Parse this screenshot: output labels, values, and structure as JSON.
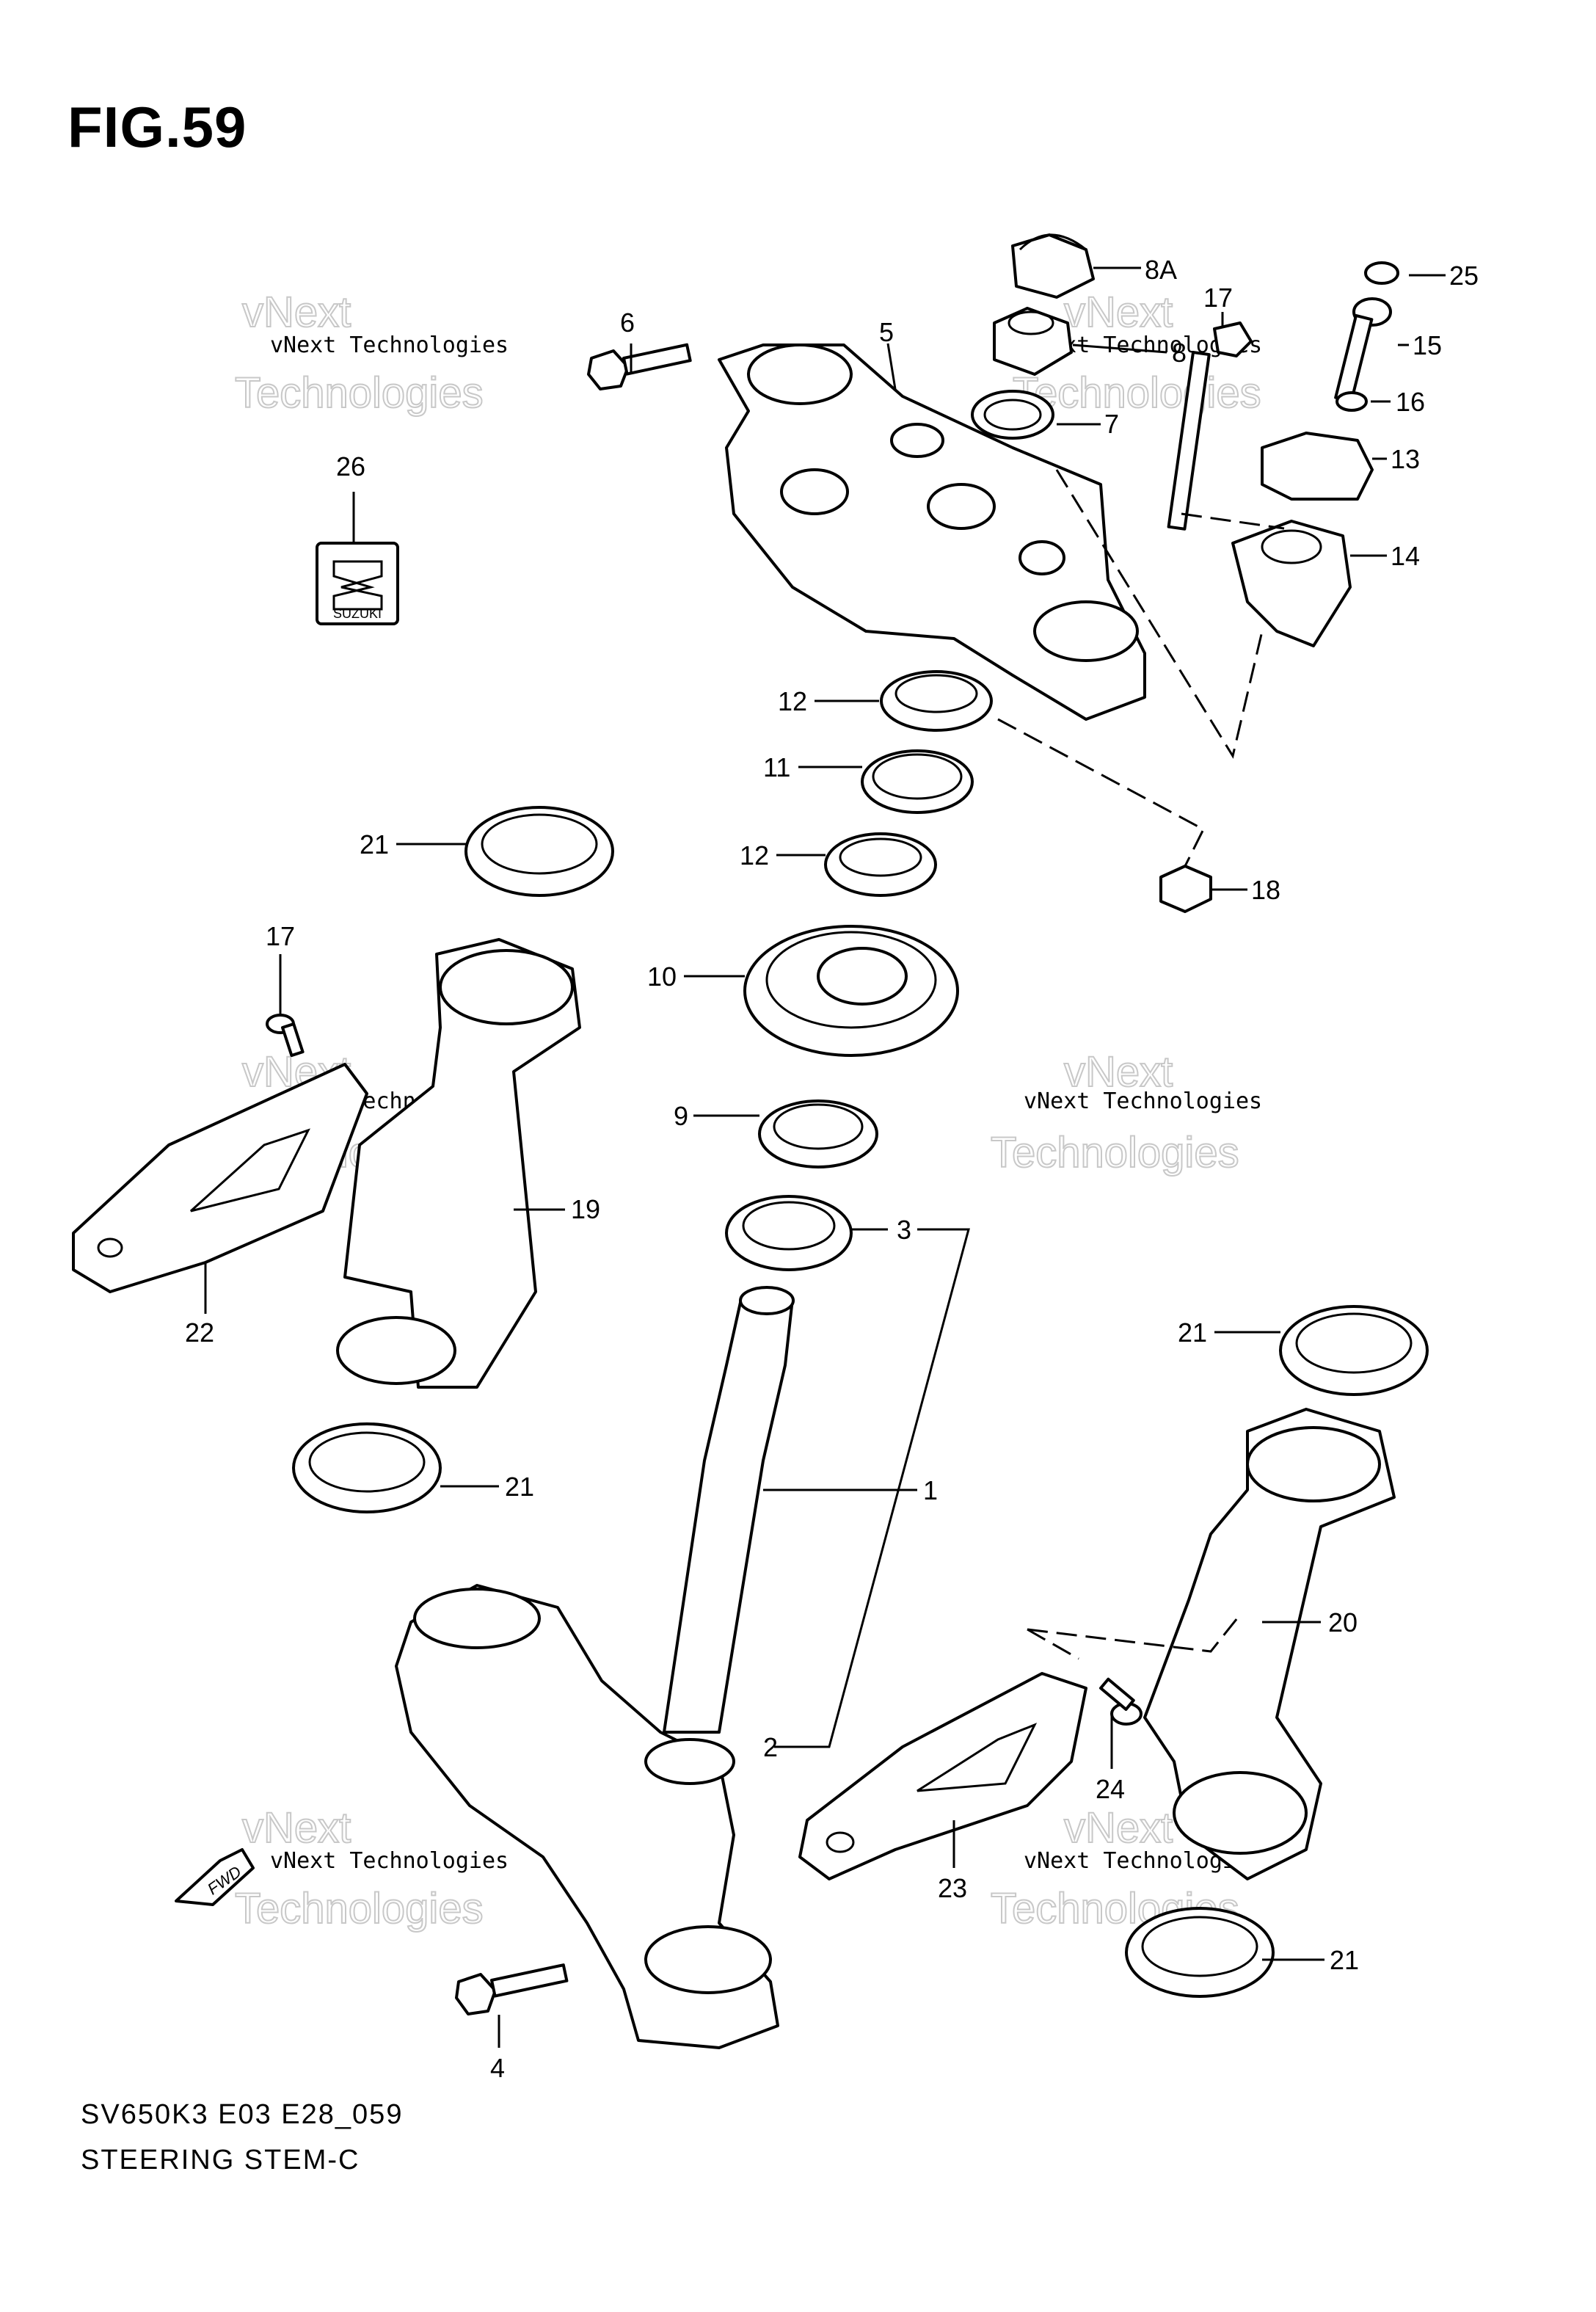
{
  "figure": {
    "title": "FIG.59"
  },
  "footer": {
    "model_code": "SV650K3 E03 E28_059",
    "caption": "STEERING STEM-C"
  },
  "callouts": {
    "p1": "1",
    "p2": "2",
    "p3": "3",
    "p4": "4",
    "p5": "5",
    "p6": "6",
    "p7": "7",
    "p8": "8",
    "p8a": "8A",
    "p9": "9",
    "p10": "10",
    "p11": "11",
    "p12a": "12",
    "p12b": "12",
    "p13": "13",
    "p14": "14",
    "p15": "15",
    "p16": "16",
    "p17a": "17",
    "p17b": "17",
    "p18": "18",
    "p19": "19",
    "p20": "20",
    "p21a": "21",
    "p21b": "21",
    "p21c": "21",
    "p21d": "21",
    "p22": "22",
    "p23": "23",
    "p24": "24",
    "p25": "25",
    "p26": "26"
  },
  "emblem": {
    "brand": "SUZUKI"
  },
  "fwd_arrow": {
    "label": "FWD"
  },
  "watermark": {
    "line1": "vNext Technologies",
    "line2": "vNext",
    "line3": "Technologies"
  }
}
